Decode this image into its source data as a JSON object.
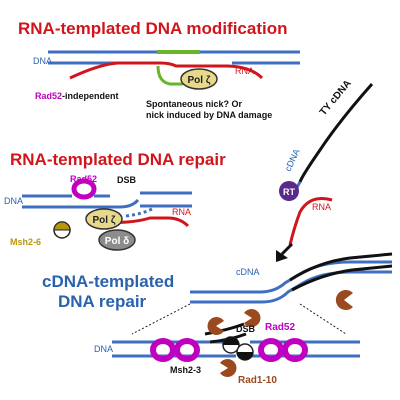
{
  "section1": {
    "title": "RNA-templated DNA modification",
    "dna_label": "DNA",
    "rna_label": "RNA",
    "pol_label": "Pol ζ",
    "rad52_word": "Rad52",
    "rad52_suffix": "-independent",
    "note_line1": "Spontaneous nick? Or",
    "note_line2": "nick induced by DNA damage"
  },
  "section2": {
    "title": "RNA-templated DNA repair",
    "rad52_label": "Rad52",
    "dsb_label": "DSB",
    "dna_label": "DNA",
    "pol_zeta_label": "Pol ζ",
    "pol_delta_label": "Pol δ",
    "rna_label": "RNA",
    "msh26_label": "Msh2-6"
  },
  "ty_panel": {
    "ty_label": "TY cDNA",
    "cdna_label": "cDNA",
    "rt_label": "RT",
    "rna_label": "RNA"
  },
  "section3": {
    "title_line1": "cDNA-templated",
    "title_line2": "DNA repair",
    "cdna_label": "cDNA",
    "dsb_label": "DSB",
    "rad52_label": "Rad52",
    "dna_label": "DNA",
    "msh23_label": "Msh2-3",
    "rad110_label": "Rad1-10"
  },
  "colors": {
    "title_red": "#d0161c",
    "title_blue": "#2a62ad",
    "dna_blue": "#3f6fc0",
    "rna_red": "#d0161c",
    "rad52_magenta": "#c000c0",
    "pol_zeta_fill": "#e8d98a",
    "pol_delta_fill": "#8c8c8c",
    "rt_purple": "#5a2a8a",
    "rad110_brown": "#9a4a1e",
    "msh26_gold": "#b8960c",
    "green_patch": "#6ab42a"
  }
}
